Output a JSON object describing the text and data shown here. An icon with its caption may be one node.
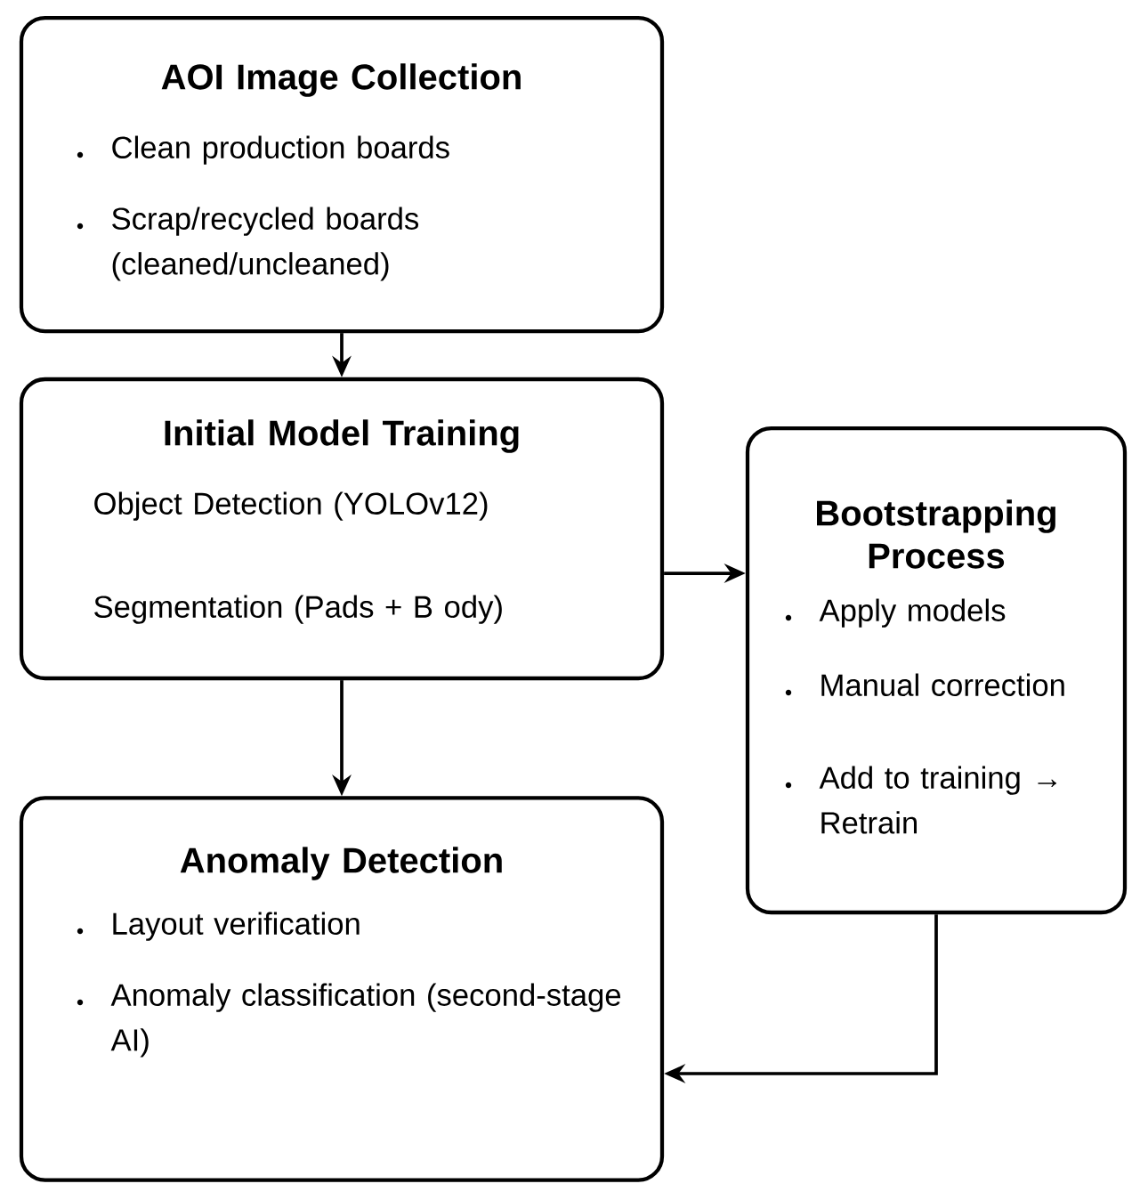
{
  "diagram": {
    "nodes": [
      {
        "text": [
          "AOI Image Collection",
          "Clean production boards",
          "Scrap/recycled boards (cleaned/uncleaned)"
        ]
      },
      {
        "text": [
          "Initial Model Training",
          "Object Detection (YOLOv12)",
          "Segmentation (Pads + B ody)"
        ]
      },
      {
        "text": [
          "Bootstrapping Process",
          "Apply models",
          "Manual correction",
          "Add to training → Retrain"
        ]
      },
      {
        "text": [
          "Anomaly Detection",
          "Layout verification",
          "Anomaly classification (second-stage AI)"
        ]
      }
    ],
    "edges": [
      {
        "from": 0,
        "to": 1,
        "arrow": "to"
      },
      {
        "from": 1,
        "to": 2,
        "arrow": "to"
      },
      {
        "from": 1,
        "to": 3,
        "arrow": "to"
      },
      {
        "from": 2,
        "to": 3,
        "arrow": "to"
      }
    ]
  }
}
